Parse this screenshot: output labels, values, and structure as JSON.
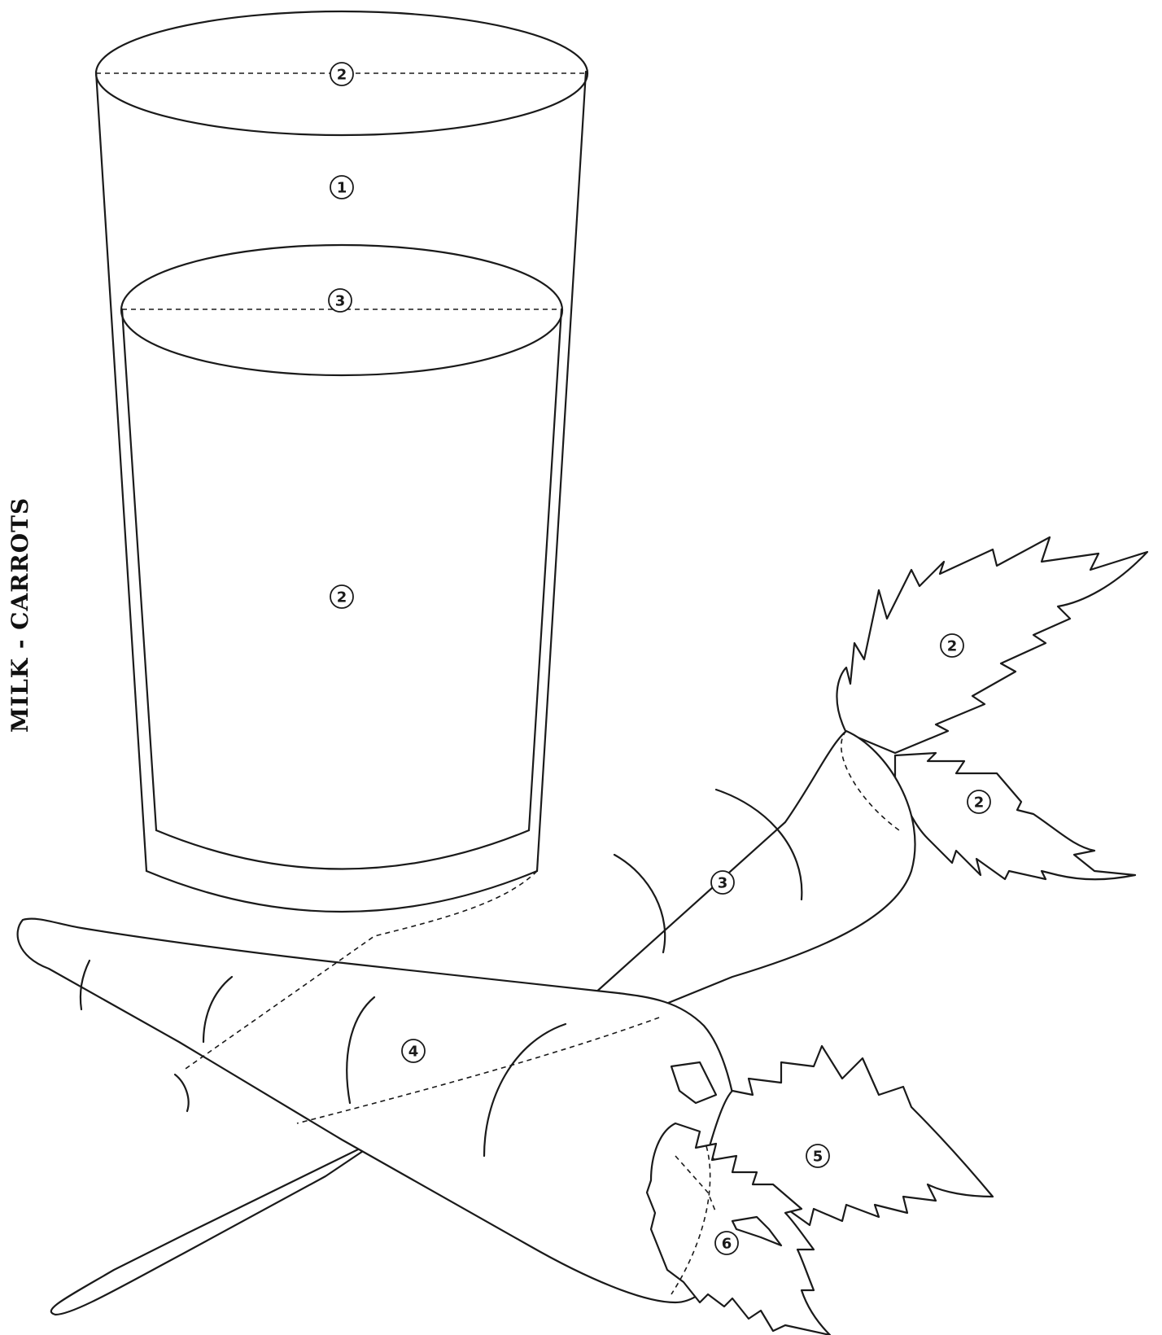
{
  "title": "MILK - CARROTS",
  "labels": {
    "glass_rim": "2",
    "glass_empty_area": "1",
    "milk_surface": "3",
    "milk_body": "2",
    "carrot_leaf_top": "2",
    "carrot_leaf_bottom": "2",
    "carrot_one_body": "3",
    "carrot_two_body": "4",
    "carrot_two_leaf_right": "5",
    "carrot_two_leaf_left": "6"
  },
  "colors": {
    "ink": "#1a1a1a",
    "background": "#ffffff"
  }
}
